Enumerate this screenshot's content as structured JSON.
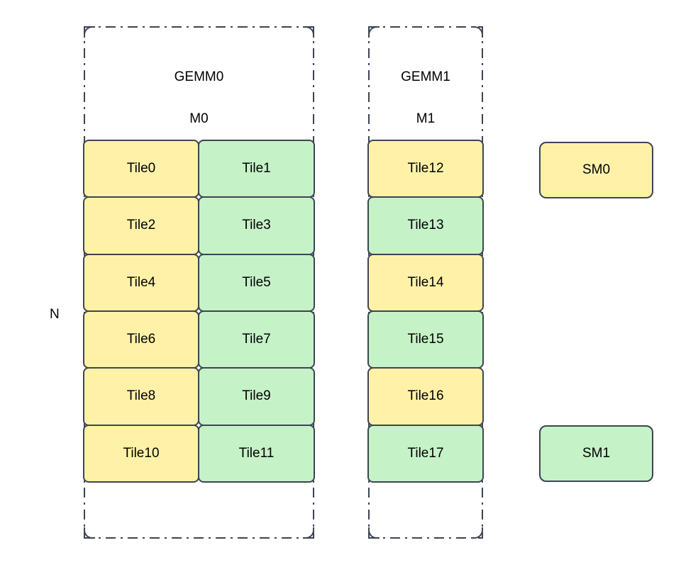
{
  "diagram": {
    "axis_label_n": "N",
    "groups": [
      {
        "id": "gemm0",
        "name_label": "GEMM0",
        "dim_label": "M0",
        "columns": 2,
        "rows": 6,
        "tiles": [
          {
            "label": "Tile0",
            "color_name": "yellow",
            "color": "#fff2a8"
          },
          {
            "label": "Tile1",
            "color_name": "green",
            "color": "#c5f2c7"
          },
          {
            "label": "Tile2",
            "color_name": "yellow",
            "color": "#fff2a8"
          },
          {
            "label": "Tile3",
            "color_name": "green",
            "color": "#c5f2c7"
          },
          {
            "label": "Tile4",
            "color_name": "yellow",
            "color": "#fff2a8"
          },
          {
            "label": "Tile5",
            "color_name": "green",
            "color": "#c5f2c7"
          },
          {
            "label": "Tile6",
            "color_name": "yellow",
            "color": "#fff2a8"
          },
          {
            "label": "Tile7",
            "color_name": "green",
            "color": "#c5f2c7"
          },
          {
            "label": "Tile8",
            "color_name": "yellow",
            "color": "#fff2a8"
          },
          {
            "label": "Tile9",
            "color_name": "green",
            "color": "#c5f2c7"
          },
          {
            "label": "Tile10",
            "color_name": "yellow",
            "color": "#fff2a8"
          },
          {
            "label": "Tile11",
            "color_name": "green",
            "color": "#c5f2c7"
          }
        ]
      },
      {
        "id": "gemm1",
        "name_label": "GEMM1",
        "dim_label": "M1",
        "columns": 1,
        "rows": 6,
        "tiles": [
          {
            "label": "Tile12",
            "color_name": "yellow",
            "color": "#fff2a8"
          },
          {
            "label": "Tile13",
            "color_name": "green",
            "color": "#c5f2c7"
          },
          {
            "label": "Tile14",
            "color_name": "yellow",
            "color": "#fff2a8"
          },
          {
            "label": "Tile15",
            "color_name": "green",
            "color": "#c5f2c7"
          },
          {
            "label": "Tile16",
            "color_name": "yellow",
            "color": "#fff2a8"
          },
          {
            "label": "Tile17",
            "color_name": "green",
            "color": "#c5f2c7"
          }
        ]
      }
    ],
    "legend": [
      {
        "label": "SM0",
        "color_name": "yellow",
        "color": "#fff2a8"
      },
      {
        "label": "SM1",
        "color_name": "green",
        "color": "#c5f2c7"
      }
    ],
    "colors": {
      "yellow": "#fff2a8",
      "green": "#c5f2c7",
      "stroke": "#3d4452",
      "background": "#ffffff",
      "text": "#000000"
    }
  }
}
